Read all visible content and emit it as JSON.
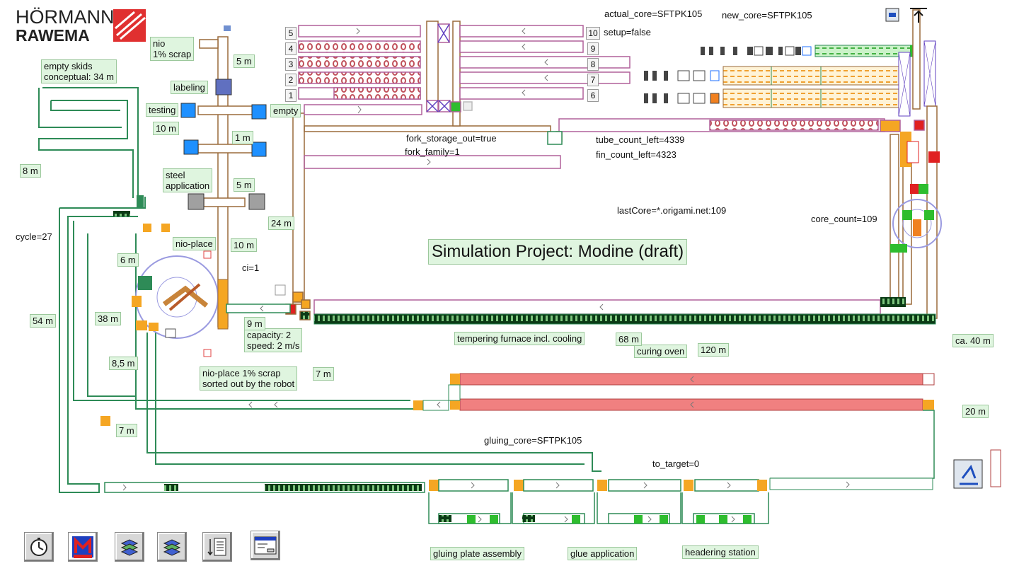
{
  "logo": {
    "line1": "HÖRMANN",
    "line2": "RAWEMA"
  },
  "status": {
    "actual_core": "actual_core=SFTPK105",
    "new_core": "new_core=SFTPK105",
    "setup": "setup=false",
    "fork_storage_out": "fork_storage_out=true",
    "fork_family": "fork_family=1",
    "tube_count_left": "tube_count_left=4339",
    "fin_count_left": "fin_count_left=4323",
    "last_core": "lastCore=*.origami.net:109",
    "core_count": "core_count=109",
    "cycle": "cycle=27",
    "ci": "ci=1",
    "gluing_core": "gluing_core=SFTPK105",
    "to_target": "to_target=0"
  },
  "title": "Simulation Project: Modine (draft)",
  "labels": {
    "nio_scrap": [
      "nio",
      "1% scrap"
    ],
    "empty_skids": [
      "empty skids",
      "conceptual: 34 m"
    ],
    "labeling": "labeling",
    "testing": "testing",
    "steel_application": [
      "steel",
      "application"
    ],
    "nio_place": "nio-place",
    "empty": "empty",
    "nio_place_scrap": [
      "nio-place  1% scrap",
      "sorted out by the robot"
    ],
    "capacity": "capacity: 2",
    "speed": "speed: 2 m/s",
    "tempering_furnace": "tempering furnace incl. cooling",
    "curing_oven": "curing oven",
    "gluing_plate_assembly": "gluing plate assembly",
    "glue_application": "glue application",
    "headering_station": "headering station"
  },
  "distances": {
    "d5m_a": "5 m",
    "d1m": "1 m",
    "d5m_b": "5 m",
    "d10m_a": "10 m",
    "d10m_b": "10 m",
    "d8m": "8 m",
    "d6m": "6 m",
    "d38m": "38 m",
    "d54m": "54 m",
    "d24m": "24 m",
    "d9m": "9 m",
    "d8_5m": "8,5 m",
    "d7m_a": "7 m",
    "d7m_b": "7 m",
    "d68m": "68 m",
    "d120m": "120 m",
    "d40m": "ca. 40 m",
    "d20m": "20 m"
  },
  "storage_numbers": {
    "left": [
      "5",
      "4",
      "3",
      "2",
      "1"
    ],
    "right": [
      "10",
      "9",
      "8",
      "7",
      "6"
    ]
  },
  "colors": {
    "conveyor_green": "#2e8b57",
    "conveyor_brown": "#9a6a3a",
    "conveyor_pink": "#b0609a",
    "label_bg": "#dff5df",
    "oven_red": "#f08080",
    "station_orange": "#f5a623",
    "station_blue": "#1e90ff"
  },
  "toolbar": {
    "icons": [
      "stopwatch-icon",
      "mhh-logo-icon",
      "layers-icon",
      "layers-alt-icon",
      "list-icon",
      "dialog-icon"
    ]
  }
}
